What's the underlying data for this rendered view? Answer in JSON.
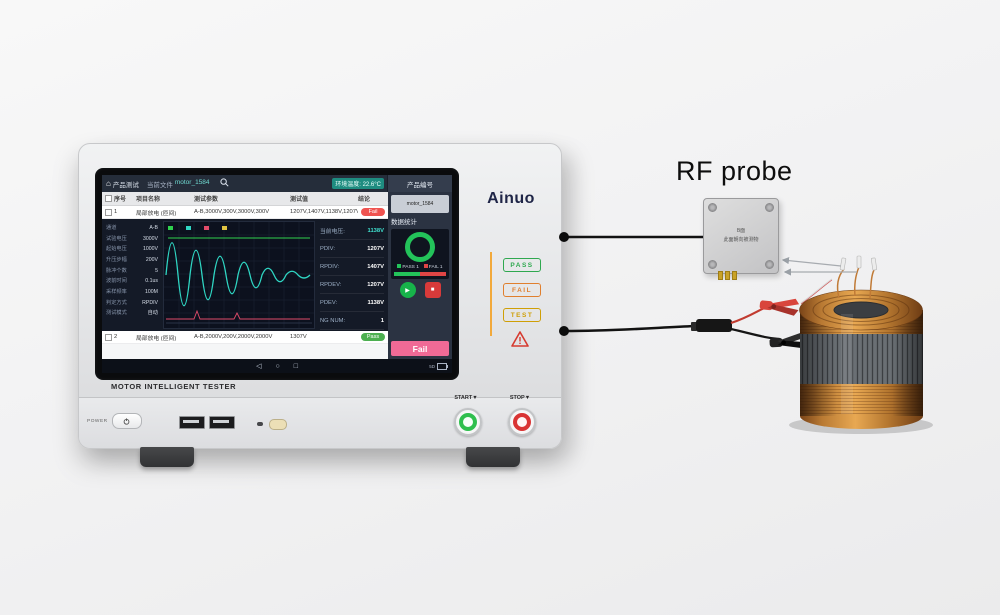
{
  "labels": {
    "rf_probe": "RF probe"
  },
  "device": {
    "brand": "Ainuo",
    "model": "MOTOR INTELLIGENT TESTER",
    "power": "POWER",
    "start": "START▼",
    "stop": "STOP▼",
    "indicators": {
      "pass": "PASS",
      "fail": "FAIL",
      "test": "TEST"
    }
  },
  "probe": {
    "face_line1": "B面",
    "face_line2": "此面朝向被测物"
  },
  "screen": {
    "topbar": {
      "title": "产品测试",
      "file_label": "当前文件",
      "file_name": "motor_1584",
      "env": "环境温度: 22.6°C",
      "panel_title": "产品编号"
    },
    "table": {
      "headers": [
        "序号",
        "项目名称",
        "测试参数",
        "测试值",
        "结论"
      ],
      "rows": [
        {
          "no": "1",
          "name": "局部放电 (匝间)",
          "params": "A-B,3000V,300V,3000V,300V",
          "values": "1207V,1407V,1138V,1207V",
          "result": "Fail"
        },
        {
          "no": "2",
          "name": "局部放电 (匝间)",
          "params": "A-B,2000V,200V,2000V,2000V",
          "values": "1307V",
          "result": "Pass"
        }
      ]
    },
    "detail": {
      "params": [
        {
          "label": "通道",
          "value": "A-B"
        },
        {
          "label": "试验电压",
          "value": "3000V"
        },
        {
          "label": "起始电压",
          "value": "1000V"
        },
        {
          "label": "升压步幅",
          "value": "200V"
        },
        {
          "label": "脉冲个数",
          "value": "5"
        },
        {
          "label": "波前时间",
          "value": "0.1us"
        },
        {
          "label": "采样频率",
          "value": "100M"
        },
        {
          "label": "判定方式",
          "value": "RPDIV"
        },
        {
          "label": "测试模式",
          "value": "自动"
        }
      ],
      "readings": [
        {
          "label": "当前电压:",
          "value": "1138V"
        },
        {
          "label": "PDIV:",
          "value": "1207V"
        },
        {
          "label": "RPDIV:",
          "value": "1407V"
        },
        {
          "label": "RPDEV:",
          "value": "1207V"
        },
        {
          "label": "PDEV:",
          "value": "1138V"
        },
        {
          "label": "NG NUM:",
          "value": "1"
        }
      ]
    },
    "panel": {
      "sn_text": "motor_1584",
      "stats_title": "数据统计",
      "legend_pass": "PASS 1",
      "legend_fail": "FAIL 1",
      "play_icon": "▶",
      "stop_icon": "■",
      "result": "Fail"
    },
    "navbar": {
      "battery": "5D",
      "back": "◁",
      "home": "○",
      "recents": "□"
    }
  }
}
